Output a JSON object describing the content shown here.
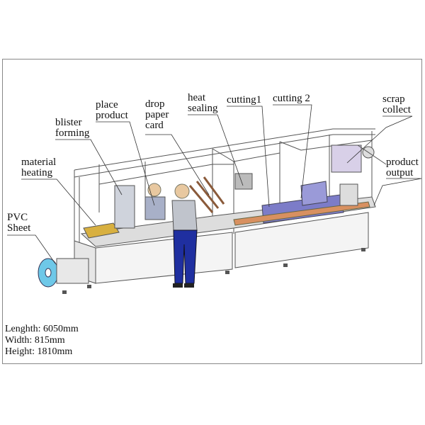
{
  "labels": {
    "pvc_sheet": "PVC\nSheet",
    "material_heating": "material\nheating",
    "blister_forming": "blister\nforming",
    "place_product": "place\nproduct",
    "drop_paper_card": "drop\npaper\ncard",
    "heat_sealing": "heat\nsealing",
    "cutting1": "cutting1",
    "cutting2": "cutting 2",
    "scrap_collect": "scrap\ncollect",
    "product_output": "product\noutput"
  },
  "dimensions": {
    "length": "Lenghth: 6050mm",
    "width": "Width: 815mm",
    "height": "Height: 1810mm"
  },
  "colors": {
    "conveyor_blue": "#7c7cc8",
    "operator_blue": "#1f2fa0",
    "heater_yellow": "#d8b040",
    "panel": "#f4f4f4"
  }
}
